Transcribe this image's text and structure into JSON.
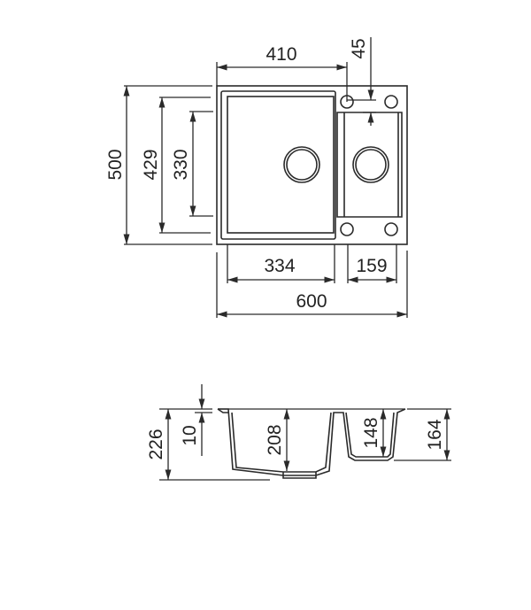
{
  "top_view": {
    "overall_width": "600",
    "overall_depth": "500",
    "main_bowl_width": "334",
    "small_bowl_width": "159",
    "main_bowl_depth_outer": "429",
    "main_bowl_depth_inner": "330",
    "tap_hole_offset_x": "410",
    "tap_hole_offset_y": "45"
  },
  "side_view": {
    "total_height": "226",
    "rim_thickness": "10",
    "main_bowl_depth": "208",
    "small_bowl_depth": "148",
    "small_bowl_total": "164"
  },
  "colors": {
    "line": "#2a2a2a",
    "background": "#ffffff"
  }
}
